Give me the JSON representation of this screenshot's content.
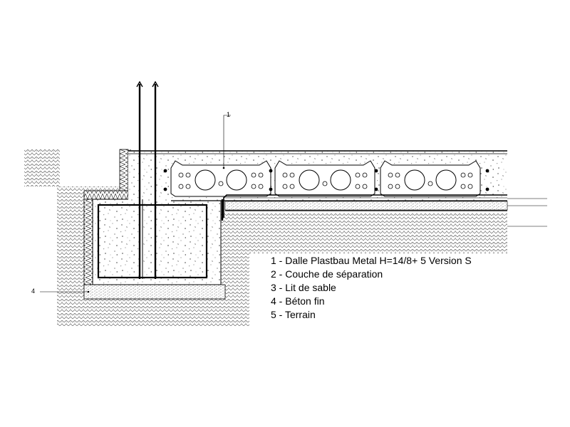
{
  "drawing": {
    "callouts": [
      {
        "label": "1"
      },
      {
        "label": "4"
      }
    ],
    "legend": [
      "1 - Dalle Plastbau Metal H=14/8+ 5 Version S",
      "2 - Couche de séparation",
      "3 - Lit de sable",
      "4 - Béton fin",
      "5 - Terrain"
    ]
  }
}
